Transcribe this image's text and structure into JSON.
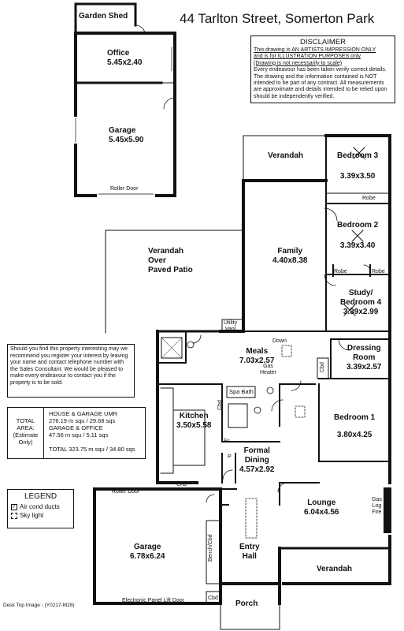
{
  "title": "44 Tarlton Street, Somerton Park",
  "disclaimer": {
    "heading": "DISCLAIMER",
    "line1": "This drawing is AN ARTISTS IMPRESSION ONLY",
    "line2": "and is for ILLUSTRATION PURPOSES only",
    "line3": "(Drawing is not necessarily to scale)",
    "body": "Every endeavour has been taken verify correct details. The drawing and the information contained is NOT intended to be part of any contract. All measurements are approximate and details intended to be relied upon should be independently verified."
  },
  "contact_note": "Should you find this property interesting may we recommend you register your interest by leaving your name and contact telephone number with the Sales Consultant. We would be pleased to make every endeavour to contact you if the property is to be sold.",
  "area_table": {
    "label": "TOTAL AREA: (Estimate Only)",
    "line1": "HOUSE & GARAGE UMR",
    "line2": "276.19 m squ / 29.68 sqs",
    "line3": "GARAGE & OFFICE",
    "line4": "47.56 m squ / 5.11 sqs",
    "line5": "TOTAL 323.75 m squ / 34.80 sqs"
  },
  "legend": {
    "heading": "LEGEND",
    "aircon": "Air cond ducts",
    "skylight": "Sky light"
  },
  "rooms": {
    "garden_shed": "Garden Shed",
    "office": {
      "name": "Office",
      "dims": "5.45x2.40"
    },
    "garage_rear": {
      "name": "Garage",
      "dims": "5.45x5.90"
    },
    "roller_door_rear": "Roller Door",
    "verandah_top": "Verandah",
    "bedroom3": {
      "name": "Bedroom 3",
      "dims": "3.39x3.50"
    },
    "robe1": "Robe",
    "bedroom2": {
      "name": "Bedroom 2",
      "dims": "3.39x3.40"
    },
    "robe2": "Robe",
    "robe3": "Robe",
    "patio": {
      "line1": "Verandah",
      "line2": "Over",
      "line3": "Paved Patio"
    },
    "family": {
      "name": "Family",
      "dims": "4.40x8.38"
    },
    "study": {
      "line1": "Study/",
      "line2": "Bedroom 4",
      "dims": "3.39x2.99"
    },
    "utility": {
      "line1": "Utility",
      "line2": "Vanl"
    },
    "down": "Down",
    "meals": {
      "name": "Meals",
      "dims": "7.03x2.57"
    },
    "gas_heater": {
      "line1": "Gas",
      "line2": "Heater"
    },
    "dressing": {
      "line1": "Dressing",
      "line2": "Room",
      "dims": "3.39x2.57"
    },
    "cbd_dressing": "Cbd",
    "cbd_meals": "Cbd",
    "spa_bath": "Spa Bath",
    "kitchen": {
      "name": "Kitchen",
      "dims": "3.50x5.58"
    },
    "bedroom1": {
      "name": "Bedroom 1",
      "dims": "3.80x4.25"
    },
    "fs": "Fs",
    "p": "P",
    "formal_dining": {
      "line1": "Formal",
      "line2": "Dining",
      "dims": "4.57x2.92"
    },
    "chd": "Chd",
    "lounge": {
      "name": "Lounge",
      "dims": "6.04x4.56"
    },
    "gas_log_fire": {
      "line1": "Gas",
      "line2": "Log",
      "line3": "Fire"
    },
    "roller_door_front": "Roller Door",
    "garage_front": {
      "name": "Garage",
      "dims": "6.78x6.24"
    },
    "bench_cbd": "Bench/Cbd",
    "entry": {
      "line1": "Entry",
      "line2": "Hall"
    },
    "verandah_front": "Verandah",
    "electronic_door": "Electronic Panel Lift Door",
    "cbd_front": "Cbd",
    "porch": "Porch"
  },
  "footer": "Desk Top Image - (Y0217-M28)"
}
